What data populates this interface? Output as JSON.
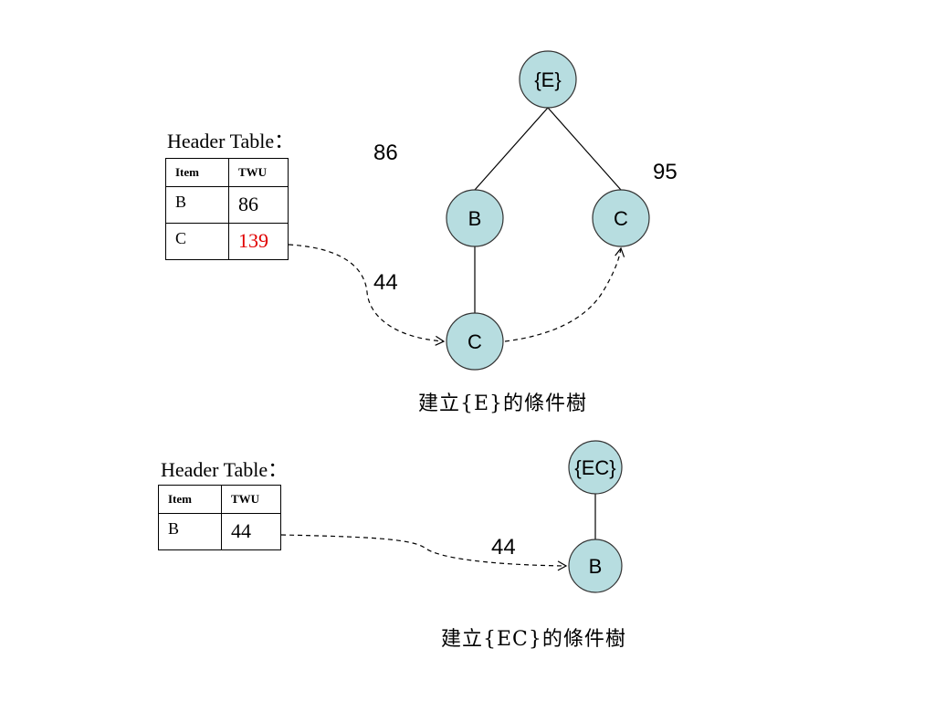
{
  "top": {
    "header_label": "Header Table：",
    "table": {
      "col_item": "Item",
      "col_twu": "TWU",
      "rows": [
        {
          "item": "B",
          "twu": "86"
        },
        {
          "item": "C",
          "twu": "139"
        }
      ]
    },
    "nodes": {
      "root": "{E}",
      "b": "B",
      "c_right": "C",
      "c_bottom": "C"
    },
    "counts": {
      "b": "86",
      "c_right": "95",
      "c_bottom": "44"
    },
    "caption": "建立{E}的條件樹"
  },
  "bottom": {
    "header_label": "Header Table：",
    "table": {
      "col_item": "Item",
      "col_twu": "TWU",
      "rows": [
        {
          "item": "B",
          "twu": "44"
        }
      ]
    },
    "nodes": {
      "root": "{EC}",
      "b": "B"
    },
    "counts": {
      "b": "44"
    },
    "caption": "建立{EC}的條件樹"
  },
  "colors": {
    "node_fill": "#b7dde0",
    "node_stroke": "#333333",
    "highlight": "#e00000"
  }
}
